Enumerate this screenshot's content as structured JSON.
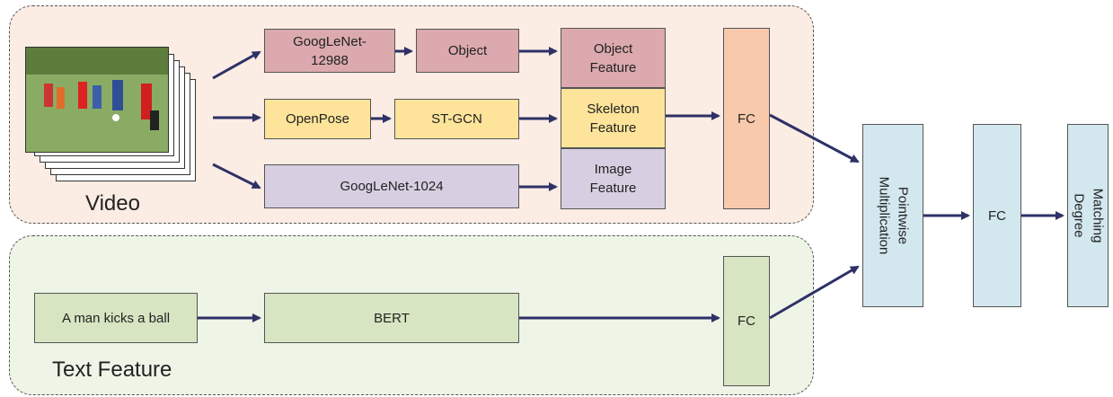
{
  "groups": {
    "video": {
      "label": "Video"
    },
    "text": {
      "label": "Text Feature"
    }
  },
  "boxes": {
    "googlenet_12988": "GoogLeNet-\n12988",
    "object": "Object",
    "object_feature": "Object\nFeature",
    "openpose": "OpenPose",
    "st_gcn": "ST-GCN",
    "skeleton_feature": "Skeleton\nFeature",
    "googlenet_1024": "GoogLeNet-1024",
    "image_feature": "Image\nFeature",
    "fc_video": "FC",
    "text_input": "A man kicks a ball",
    "bert": "BERT",
    "fc_text": "FC",
    "pointwise": "Pointwise\nMultiplication",
    "fc_final": "FC",
    "matching_degree": "Matching Degree"
  },
  "colors": {
    "arrow": "#2e3166",
    "video_group_bg": "#fbece4",
    "text_group_bg": "#eef4e6"
  }
}
